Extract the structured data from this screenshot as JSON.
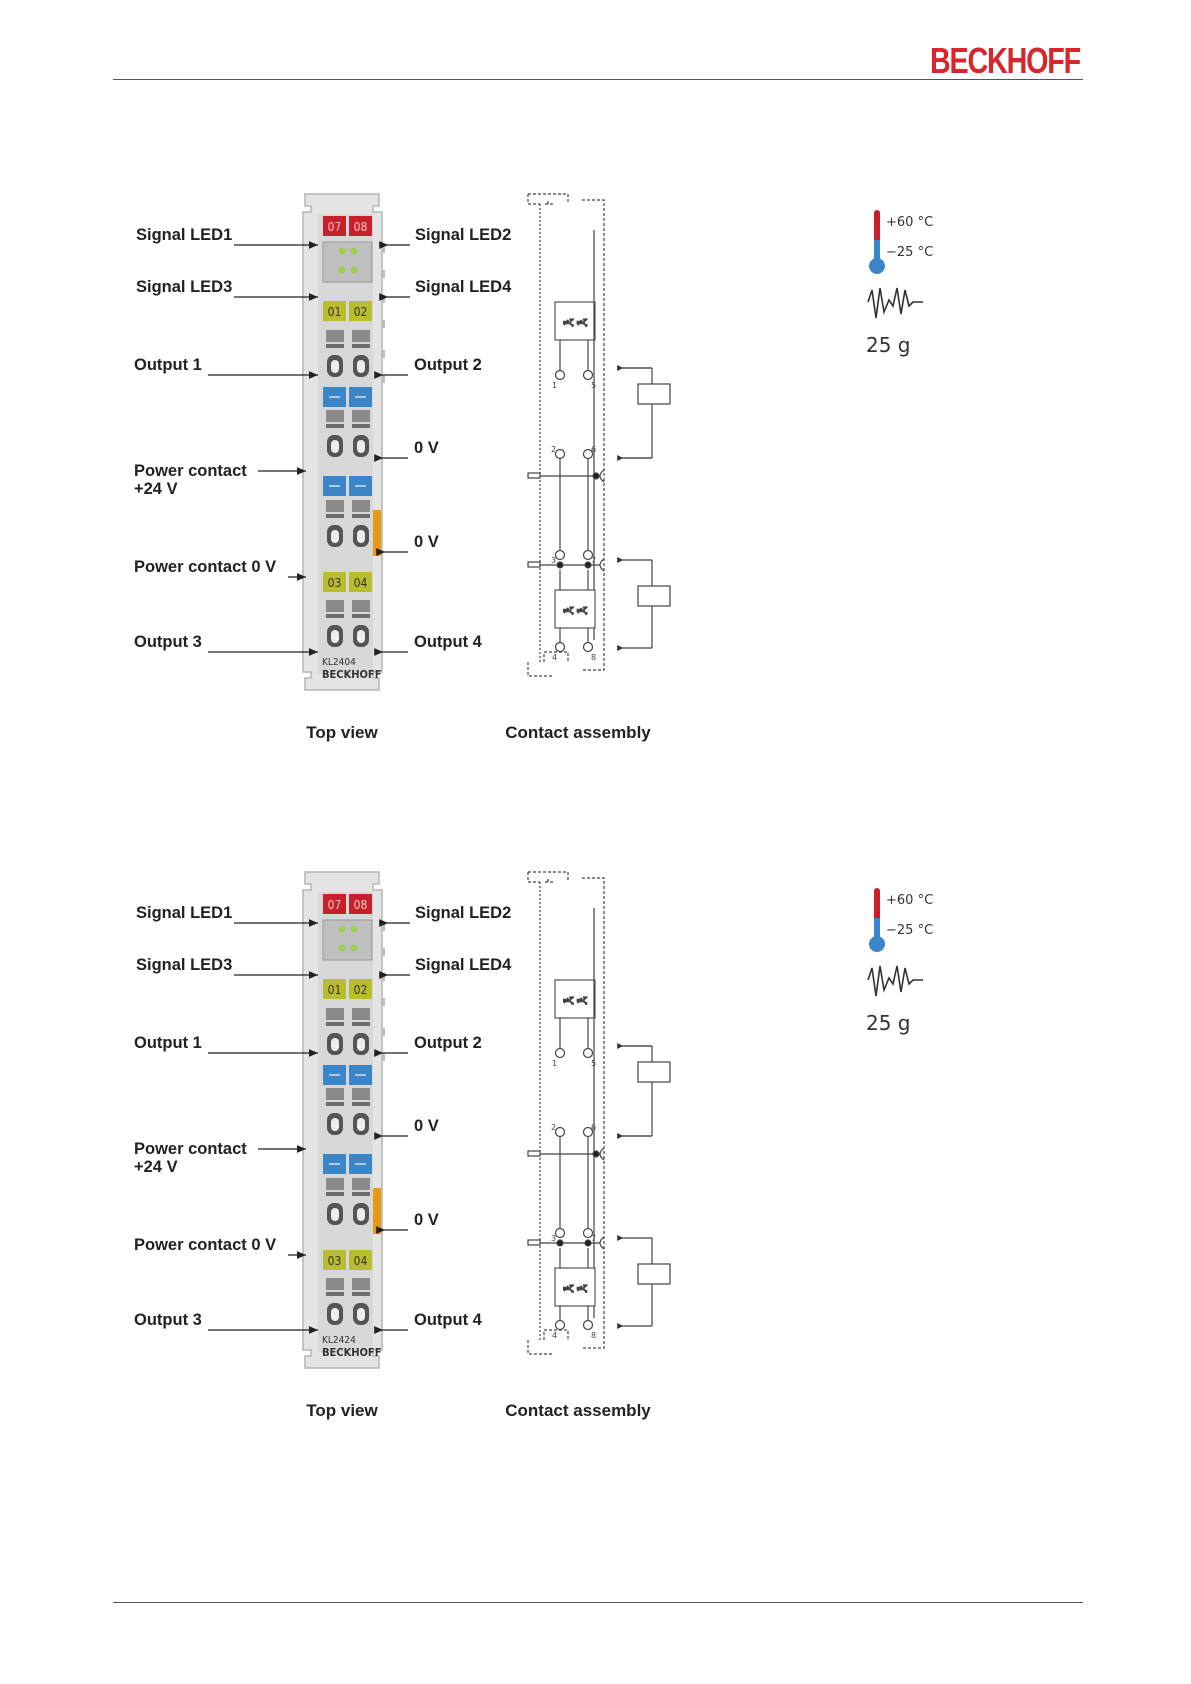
{
  "header": {
    "brand": "BECKHOFF",
    "brand_color": "#d7262c"
  },
  "figures": [
    {
      "terminal_model": "KL2404",
      "terminal_brand": "BECKHOFF",
      "labels": {
        "signal_led1": "Signal LED1",
        "signal_led2": "Signal LED2",
        "signal_led3": "Signal LED3",
        "signal_led4": "Signal LED4",
        "output1": "Output 1",
        "output2": "Output 2",
        "zero_v_a": "0 V",
        "power_contact_24_l1": "Power contact",
        "power_contact_24_l2": "+24 V",
        "zero_v_b": "0 V",
        "power_contact_0v": "Power contact 0 V",
        "output3": "Output 3",
        "output4": "Output 4"
      },
      "led_labels": [
        "07",
        "08",
        "01",
        "02",
        "03",
        "04"
      ],
      "captions": {
        "top_view": "Top view",
        "contact_assembly": "Contact assembly"
      },
      "temp_high": "+60 °C",
      "temp_low": "−25 °C",
      "weight": "25 g"
    },
    {
      "terminal_model": "KL2424",
      "terminal_brand": "BECKHOFF",
      "labels": {
        "signal_led1": "Signal LED1",
        "signal_led2": "Signal LED2",
        "signal_led3": "Signal LED3",
        "signal_led4": "Signal LED4",
        "output1": "Output 1",
        "output2": "Output 2",
        "zero_v_a": "0 V",
        "power_contact_24_l1": "Power contact",
        "power_contact_24_l2": "+24 V",
        "zero_v_b": "0 V",
        "power_contact_0v": "Power contact 0 V",
        "output3": "Output 3",
        "output4": "Output 4"
      },
      "led_labels": [
        "07",
        "08",
        "01",
        "02",
        "03",
        "04"
      ],
      "captions": {
        "top_view": "Top view",
        "contact_assembly": "Contact assembly"
      },
      "temp_high": "+60 °C",
      "temp_low": "−25 °C",
      "weight": "25 g"
    }
  ],
  "colors": {
    "red_led": "#c8202a",
    "green_led": "#b8be2e",
    "blue_contact": "#3a86c8",
    "orange": "#e89a10",
    "housing": "#dcdcdc"
  }
}
